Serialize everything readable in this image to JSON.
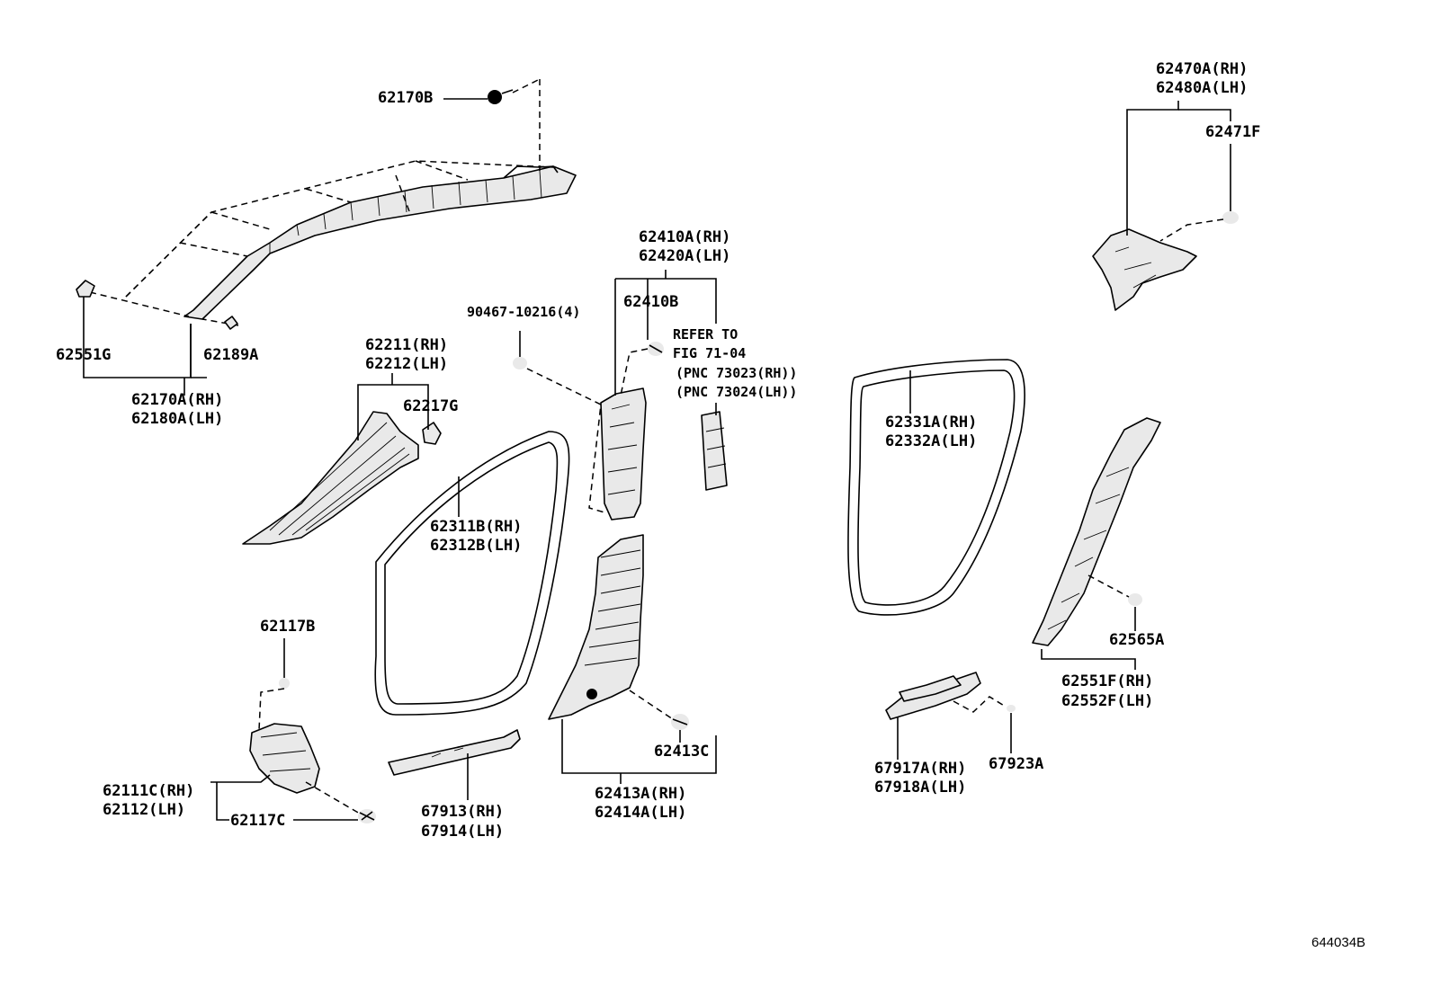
{
  "labels": {
    "p62170B": "62170B",
    "p62551G": "62551G",
    "p62189A": "62189A",
    "p62170A": "62170A(RH)",
    "p62180A": "62180A(LH)",
    "p62211": "62211(RH)",
    "p62212": "62212(LH)",
    "p62217G": "62217G",
    "p90467": "90467-10216(4)",
    "p62410A": "62410A(RH)",
    "p62420A": "62420A(LH)",
    "p62410B": "62410B",
    "ref1": "REFER TO",
    "ref2": "FIG 71-04",
    "ref3": "(PNC 73023(RH))",
    "ref4": "(PNC 73024(LH))",
    "p62470A": "62470A(RH)",
    "p62480A": "62480A(LH)",
    "p62471F": "62471F",
    "p62331A": "62331A(RH)",
    "p62332A": "62332A(LH)",
    "p62311B": "62311B(RH)",
    "p62312B": "62312B(LH)",
    "p62117B": "62117B",
    "p62111C": "62111C(RH)",
    "p62112": "62112(LH)",
    "p62117C": "62117C",
    "p67913": "67913(RH)",
    "p67914": "67914(LH)",
    "p62413C": "62413C",
    "p62413A": "62413A(RH)",
    "p62414A": "62414A(LH)",
    "p62565A": "62565A",
    "p62551F": "62551F(RH)",
    "p62552F": "62552F(LH)",
    "p67917A": "67917A(RH)",
    "p67918A": "67918A(LH)",
    "p67923A": "67923A"
  },
  "figure_id": "644034B",
  "colors": {
    "line": "#000000",
    "background": "#ffffff",
    "part_fill": "#e9e9e9"
  }
}
